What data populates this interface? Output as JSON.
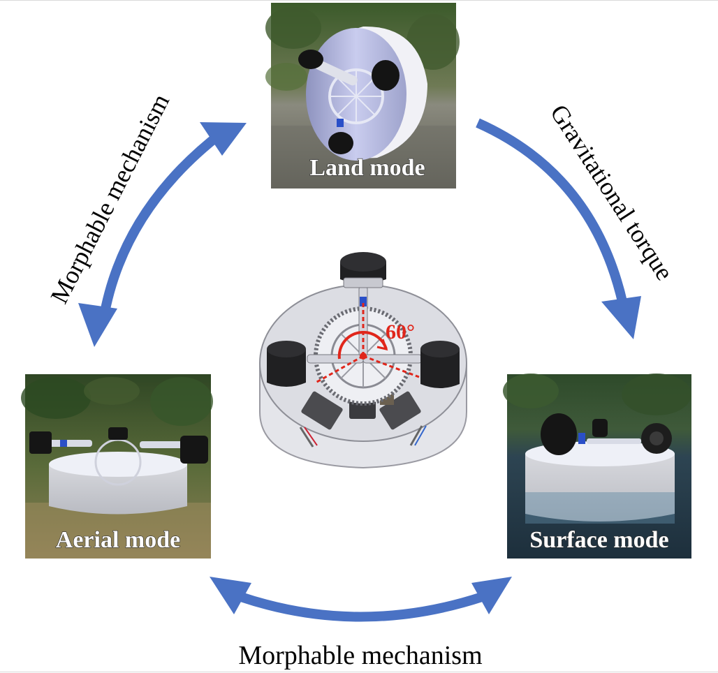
{
  "panels": {
    "land": {
      "label": "Land mode"
    },
    "aerial": {
      "label": "Aerial mode"
    },
    "surface": {
      "label": "Surface mode"
    }
  },
  "arrows": {
    "left": {
      "label": "Morphable mechanism"
    },
    "right": {
      "label": "Gravitational torque"
    },
    "bottom": {
      "label": "Morphable mechanism"
    }
  },
  "center_model": {
    "angle_label": "60°"
  },
  "colors": {
    "arrow": "#4a72c4",
    "angle": "#e0261b",
    "background": "#ffffff"
  }
}
